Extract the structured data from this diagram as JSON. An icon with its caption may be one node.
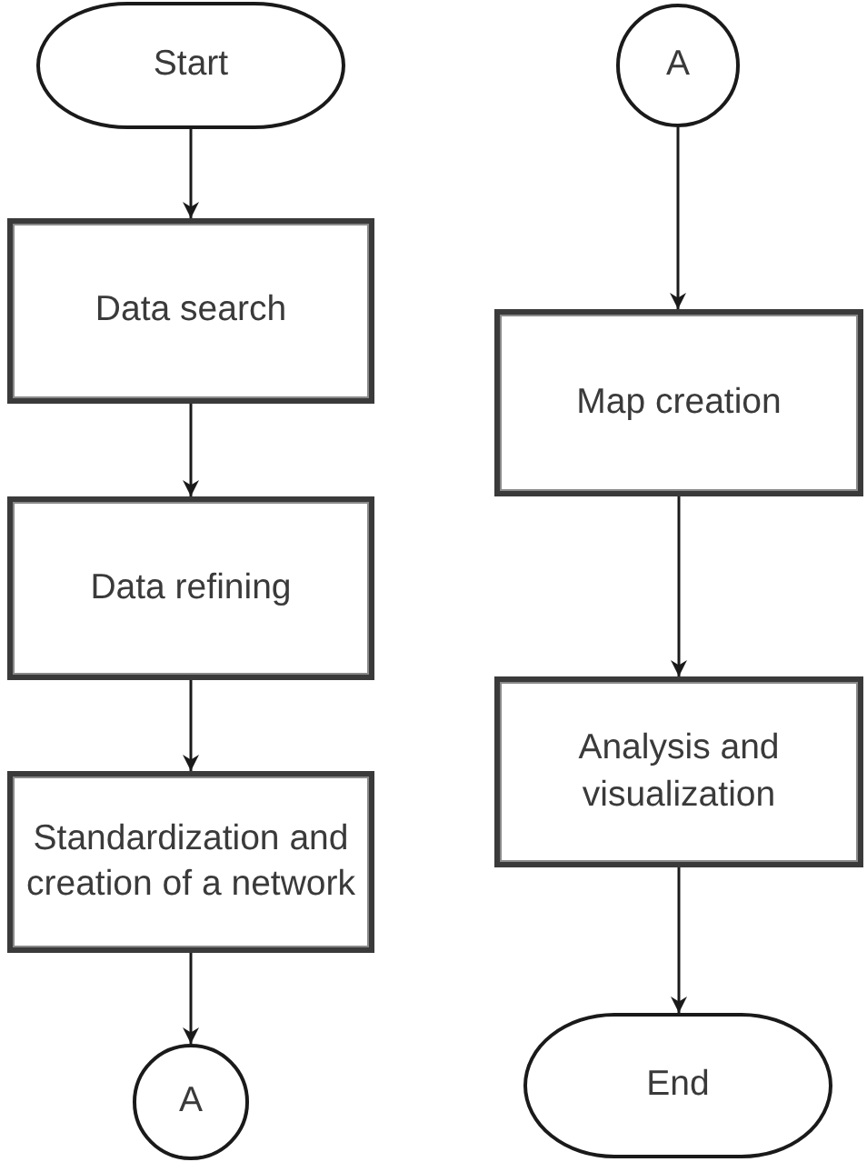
{
  "diagram": {
    "nodes": [
      {
        "text": [
          "Start"
        ]
      },
      {
        "text": [
          "Data search"
        ]
      },
      {
        "text": [
          "Data refining"
        ]
      },
      {
        "text": [
          "Standardization and creation of a network"
        ]
      },
      {
        "text": [
          "A"
        ]
      },
      {
        "text": [
          "A"
        ]
      },
      {
        "text": [
          "Map creation"
        ]
      },
      {
        "text": [
          "Analysis and visualization"
        ]
      },
      {
        "text": [
          "End"
        ]
      }
    ],
    "edges": [
      {
        "from": 0,
        "to": 1,
        "arrow": "to"
      },
      {
        "from": 1,
        "to": 2,
        "arrow": "to"
      },
      {
        "from": 2,
        "to": 3,
        "arrow": "to"
      },
      {
        "from": 3,
        "to": 4,
        "arrow": "to"
      },
      {
        "from": 5,
        "to": 6,
        "arrow": "to"
      },
      {
        "from": 6,
        "to": 7,
        "arrow": "to"
      },
      {
        "from": 7,
        "to": 8,
        "arrow": "to"
      }
    ]
  }
}
